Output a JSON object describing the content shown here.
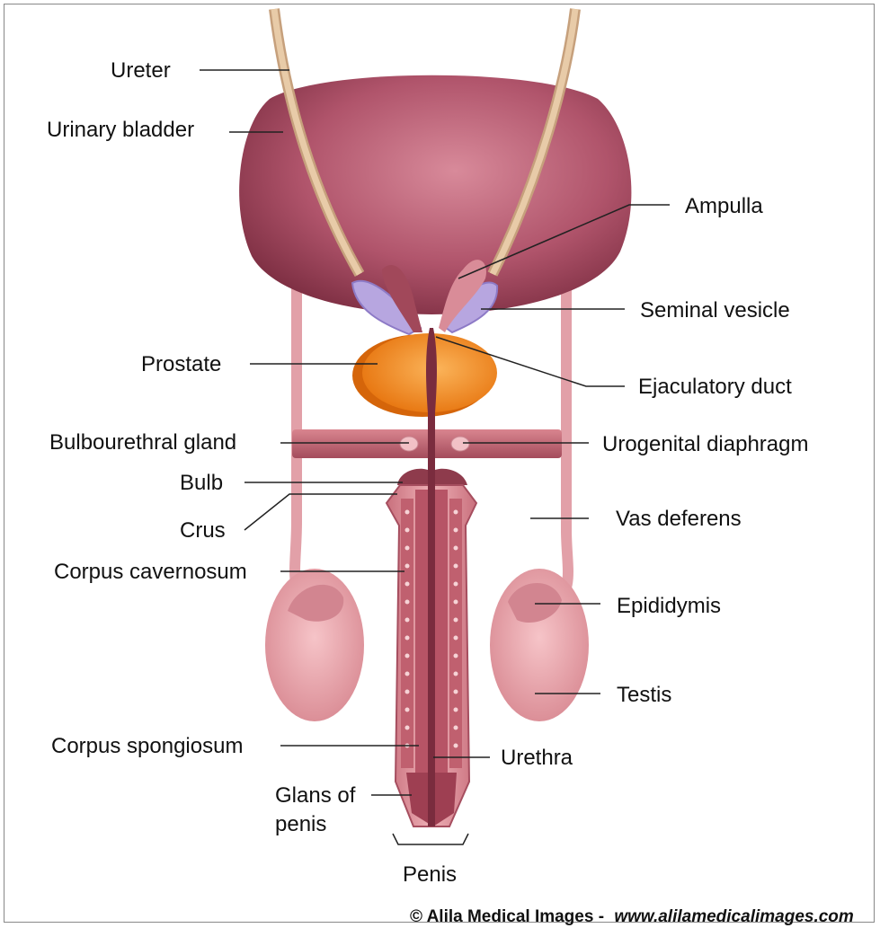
{
  "labels": {
    "ureter": "Ureter",
    "urinary_bladder": "Urinary bladder",
    "ampulla": "Ampulla",
    "seminal_vesicle": "Seminal  vesicle",
    "prostate": "Prostate",
    "ejaculatory_duct": "Ejaculatory duct",
    "bulbourethral_gland": "Bulbourethral gland",
    "urogenital_diaphragm": "Urogenital diaphragm",
    "bulb": "Bulb",
    "crus": "Crus",
    "vas_deferens": "Vas deferens",
    "corpus_cavernosum": "Corpus cavernosum",
    "epididymis": "Epididymis",
    "testis": "Testis",
    "corpus_spongiosum": "Corpus spongiosum",
    "urethra": "Urethra",
    "glans_line1": "Glans of",
    "glans_line2": "penis",
    "penis": "Penis"
  },
  "credit": {
    "owner": "© Alila Medical Images  -",
    "url": "www.alilamedicalimages.com"
  },
  "colors": {
    "bladder": "#b0546b",
    "ureter": "#e3c29f",
    "prostate": "#f08a1c",
    "seminal_vesicle": "#b7a6e0",
    "tissue_pink": "#e6a1a8",
    "tissue_dark": "#8e3b4c",
    "testis": "#eba4ab"
  }
}
